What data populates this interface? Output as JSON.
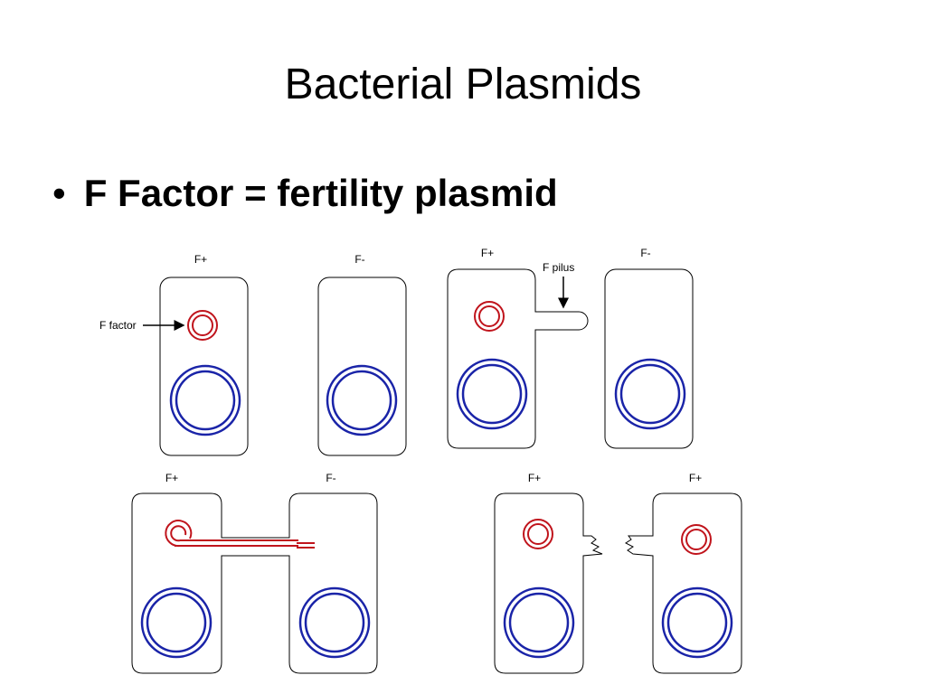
{
  "slide": {
    "title": "Bacterial Plasmids",
    "bullet": "F Factor = fertility plasmid"
  },
  "labels": {
    "fplus": "F+",
    "fminus": "F-",
    "ffactor": "F factor",
    "fpilus": "F pilus"
  },
  "colors": {
    "plasmid": "#c0141c",
    "chromosome": "#1a24a8",
    "outline": "#000000"
  }
}
